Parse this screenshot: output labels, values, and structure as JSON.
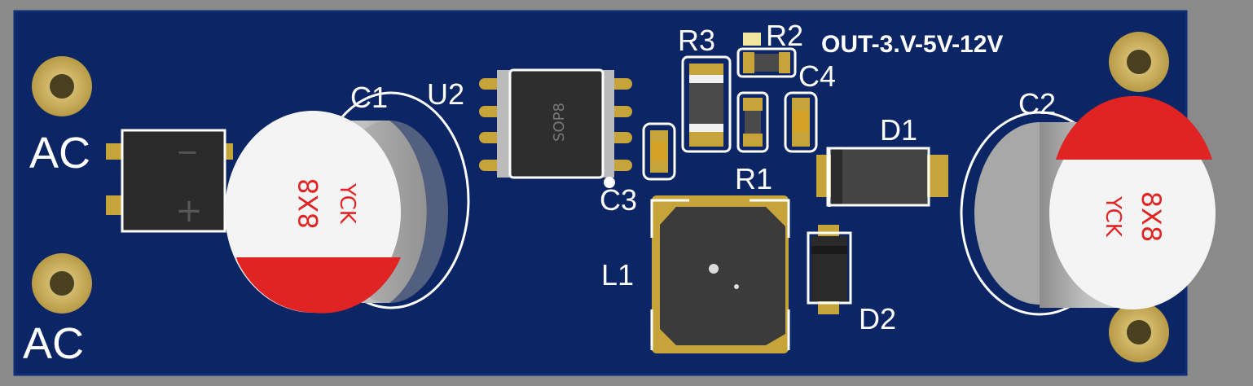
{
  "board": {
    "silkscreen_title": "OUT-3.V-5V-12V",
    "colors": {
      "frame": "#8a8a8a",
      "substrate": "#0b2565",
      "substrate_edge": "#1a357a",
      "silk": "#ffffff",
      "pad_gold": "#c7a43a",
      "pad_gold_dark": "#8a6b1a",
      "component_black": "#2a2a2a",
      "cap_red": "#e02323",
      "cap_white": "#f4f4f4",
      "inductor_gray": "#3b3b3b",
      "resistor_gray": "#4a4a4a"
    }
  },
  "labels": {
    "ac_top": "AC",
    "ac_bottom": "AC",
    "c1": "C1",
    "c2": "C2",
    "c3": "C3",
    "c4": "C4",
    "u2": "U2",
    "r1": "R1",
    "r2": "R2",
    "r3": "R3",
    "d1": "D1",
    "d2": "D2",
    "l1": "L1"
  },
  "component_text": {
    "sop8": "SOP8",
    "c1_size": "8X8",
    "c1_brand": "YCK",
    "c2_size": "8X8",
    "c2_brand": "YCK",
    "bridge_minus": "−",
    "bridge_plus": "+"
  }
}
